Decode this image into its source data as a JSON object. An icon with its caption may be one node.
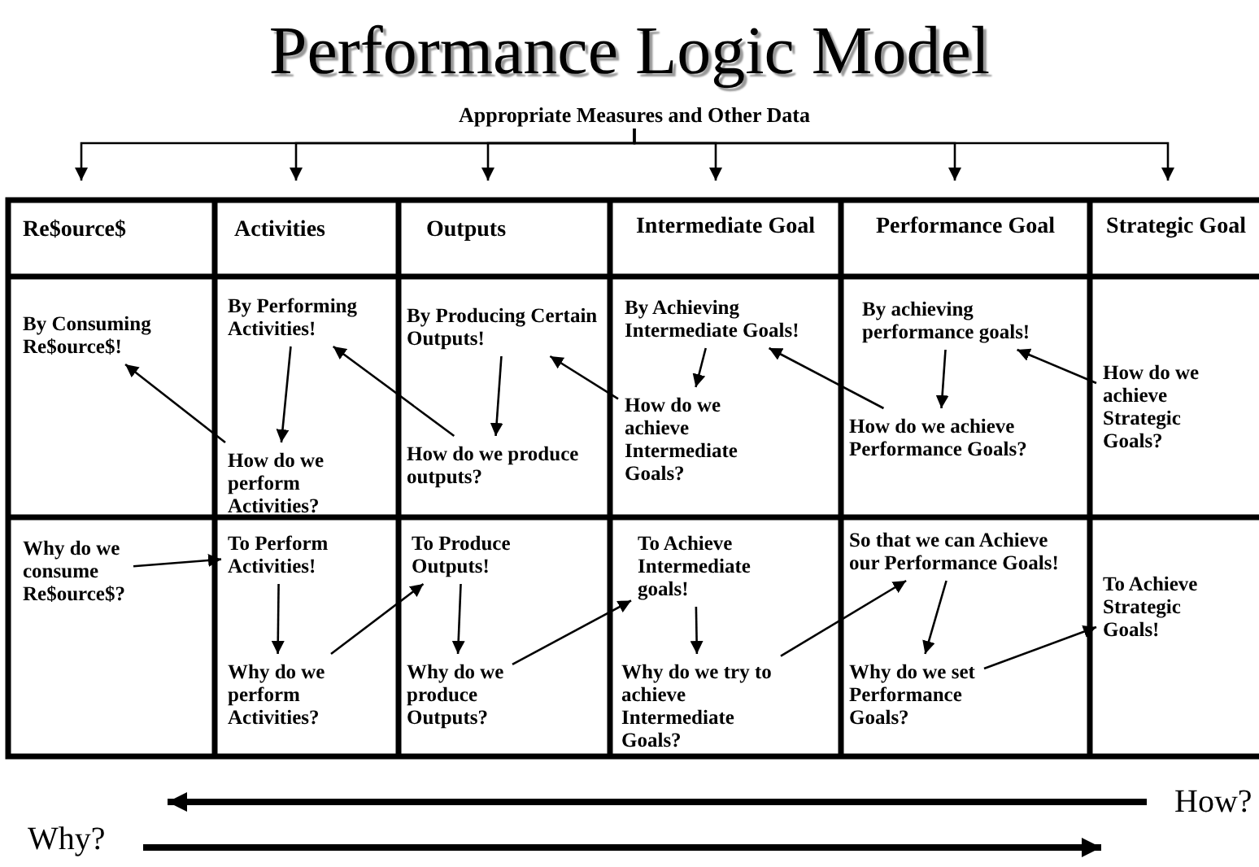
{
  "diagram": {
    "title": "Performance Logic Model",
    "nodes": [
      {
        "text": [
          "Appropriate Measures and Other Data"
        ]
      },
      {
        "text": [
          "Re$ource$"
        ]
      },
      {
        "text": [
          "Activities"
        ]
      },
      {
        "text": [
          "Outputs"
        ]
      },
      {
        "text": [
          "Intermediate Goal"
        ]
      },
      {
        "text": [
          "Performance Goal"
        ]
      },
      {
        "text": [
          "Strategic Goal"
        ]
      },
      {
        "text": [
          "By Consuming Re$ource$!"
        ]
      },
      {
        "text": [
          "By Performing Activities!"
        ]
      },
      {
        "text": [
          "How do we perform Activities?"
        ]
      },
      {
        "text": [
          "By Producing Certain Outputs!"
        ]
      },
      {
        "text": [
          "How do we produce outputs?"
        ]
      },
      {
        "text": [
          "By Achieving Intermediate Goals!"
        ]
      },
      {
        "text": [
          "How do we achieve Intermediate Goals?"
        ]
      },
      {
        "text": [
          "By achieving performance goals!"
        ]
      },
      {
        "text": [
          "How do we achieve Performance Goals?"
        ]
      },
      {
        "text": [
          "How do we achieve Strategic Goals?"
        ]
      },
      {
        "text": [
          "Why do we consume Re$ource$?"
        ]
      },
      {
        "text": [
          "To Perform Activities!"
        ]
      },
      {
        "text": [
          "Why do we perform Activities?"
        ]
      },
      {
        "text": [
          "To Produce Outputs!"
        ]
      },
      {
        "text": [
          "Why do we produce Outputs?"
        ]
      },
      {
        "text": [
          "To Achieve Intermediate goals!"
        ]
      },
      {
        "text": [
          "Why do we try to achieve Intermediate Goals?"
        ]
      },
      {
        "text": [
          "So that we can Achieve our Performance Goals!"
        ]
      },
      {
        "text": [
          "Why do we set Performance Goals?"
        ]
      },
      {
        "text": [
          "To Achieve Strategic Goals!"
        ]
      }
    ],
    "edges": [
      {
        "from": 0,
        "to": 1,
        "arrow": "to"
      },
      {
        "from": 0,
        "to": 2,
        "arrow": "to"
      },
      {
        "from": 0,
        "to": 3,
        "arrow": "to"
      },
      {
        "from": 0,
        "to": 4,
        "arrow": "to"
      },
      {
        "from": 0,
        "to": 5,
        "arrow": "to"
      },
      {
        "from": 0,
        "to": 6,
        "arrow": "to"
      },
      {
        "from": 8,
        "to": 9,
        "arrow": "to"
      },
      {
        "from": 9,
        "to": 7,
        "arrow": "to"
      },
      {
        "from": 10,
        "to": 11,
        "arrow": "to"
      },
      {
        "from": 11,
        "to": 8,
        "arrow": "to"
      },
      {
        "from": 12,
        "to": 13,
        "arrow": "to"
      },
      {
        "from": 13,
        "to": 10,
        "arrow": "to"
      },
      {
        "from": 14,
        "to": 15,
        "arrow": "to"
      },
      {
        "from": 15,
        "to": 12,
        "arrow": "to"
      },
      {
        "from": 16,
        "to": 14,
        "arrow": "to"
      },
      {
        "from": 17,
        "to": 18,
        "arrow": "to"
      },
      {
        "from": 18,
        "to": 19,
        "arrow": "to"
      },
      {
        "from": 19,
        "to": 20,
        "arrow": "to"
      },
      {
        "from": 20,
        "to": 21,
        "arrow": "to"
      },
      {
        "from": 21,
        "to": 22,
        "arrow": "to"
      },
      {
        "from": 22,
        "to": 23,
        "arrow": "to"
      },
      {
        "from": 23,
        "to": 24,
        "arrow": "to"
      },
      {
        "from": 24,
        "to": 25,
        "arrow": "to"
      },
      {
        "from": 25,
        "to": 26,
        "arrow": "to"
      }
    ],
    "labels": [
      "How?",
      "Why?"
    ]
  }
}
